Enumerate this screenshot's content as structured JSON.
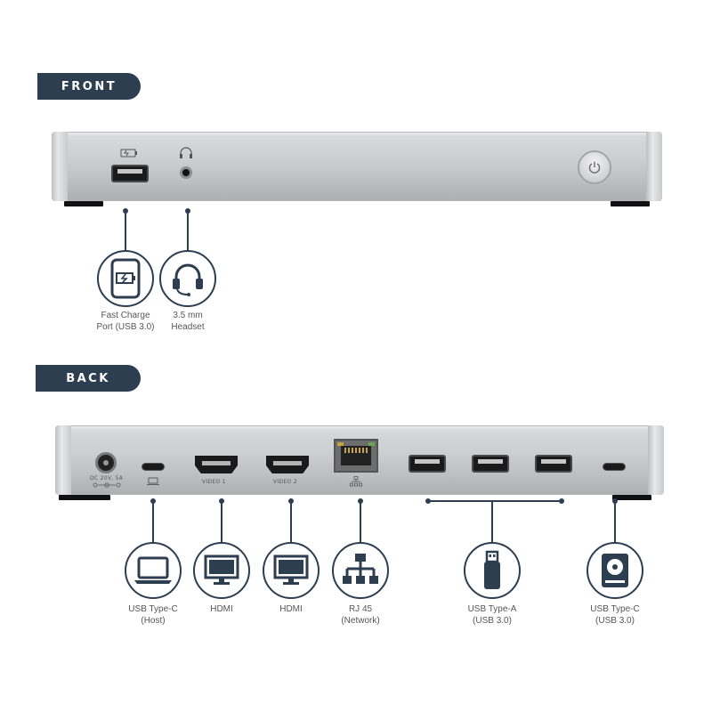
{
  "front": {
    "heading": "FRONT",
    "ports": [
      {
        "icon": "fast-charge-port-icon",
        "label_line1": "Fast Charge",
        "label_line2": "Port (USB 3.0)"
      },
      {
        "icon": "headset-icon",
        "label_line1": "3.5 mm",
        "label_line2": "Headset"
      }
    ]
  },
  "back": {
    "heading": "BACK",
    "device_text": {
      "dc": "DC 20V, 5A",
      "video1": "VIDEO 1",
      "video2": "VIDEO 2"
    },
    "ports": [
      {
        "icon": "laptop-icon",
        "label_line1": "USB Type-C",
        "label_line2": "(Host)"
      },
      {
        "icon": "monitor-icon",
        "label_line1": "HDMI",
        "label_line2": ""
      },
      {
        "icon": "monitor-icon",
        "label_line1": "HDMI",
        "label_line2": ""
      },
      {
        "icon": "network-icon",
        "label_line1": "RJ 45",
        "label_line2": "(Network)"
      },
      {
        "icon": "usb-drive-icon",
        "label_line1": "USB Type-A",
        "label_line2": "(USB 3.0)"
      },
      {
        "icon": "hard-drive-icon",
        "label_line1": "USB Type-C",
        "label_line2": "(USB 3.0)"
      }
    ]
  },
  "colors": {
    "accent": "#2c3e50",
    "device_silver": "#cfd0d3",
    "label_text": "#555555"
  }
}
